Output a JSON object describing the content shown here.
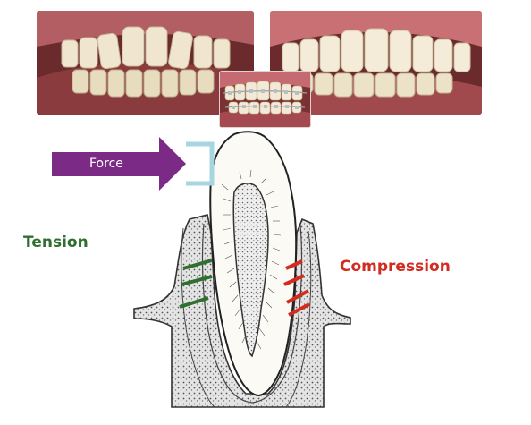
{
  "labels": {
    "force": "Force",
    "tension": "Tension",
    "compression": "Compression"
  },
  "colors": {
    "force_arrow": "#7b2a86",
    "bracket": "#a6d6e0",
    "tension": "#2f6f2f",
    "compression": "#d22b1f",
    "gum": "#b95a5e",
    "tooth": "#f6f1e4",
    "outline": "#333333"
  }
}
